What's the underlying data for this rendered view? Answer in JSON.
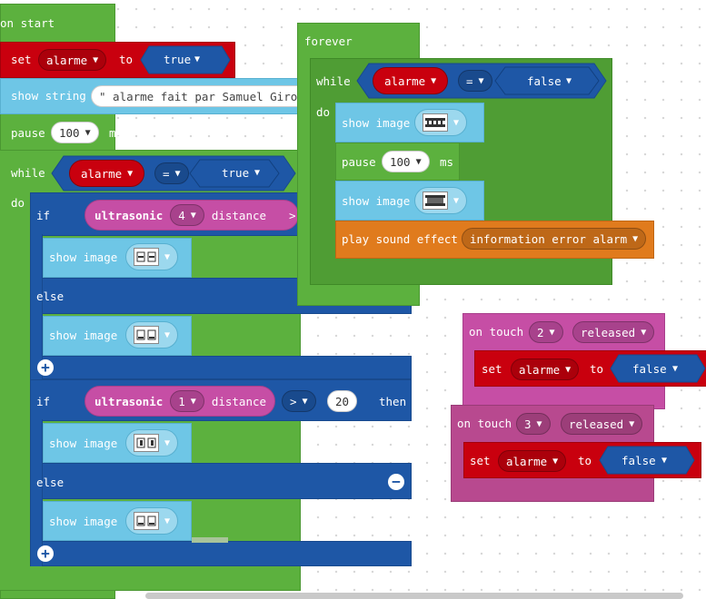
{
  "on_start": {
    "header": "on start",
    "set_kw": "set",
    "set_var": "alarme",
    "to_kw": "to",
    "set_value": "true",
    "show_string_kw": "show string",
    "show_string_value": "\" alarme fait par Samuel Girou",
    "pause_kw": "pause",
    "pause_value": "100",
    "pause_unit": "ms",
    "while_kw": "while",
    "while_var": "alarme",
    "while_op": "=",
    "while_value": "true",
    "do_kw": "do",
    "if1": {
      "if_kw": "if",
      "sensor": "ultrasonic",
      "port": "4",
      "distance_kw": "distance",
      "op": ">",
      "show_image_kw": "show image",
      "else_kw": "else",
      "else_show_image_kw": "show image"
    },
    "if2": {
      "if_kw": "if",
      "sensor": "ultrasonic",
      "port": "1",
      "distance_kw": "distance",
      "op": ">",
      "threshold": "20",
      "then_kw": "then",
      "show_image_kw": "show image",
      "else_kw": "else",
      "else_show_image_kw": "show image"
    }
  },
  "forever": {
    "header": "forever",
    "while_kw": "while",
    "while_var": "alarme",
    "while_op": "=",
    "while_value": "false",
    "do_kw": "do",
    "show_image_kw_1": "show image",
    "pause_kw": "pause",
    "pause_value": "100",
    "pause_unit": "ms",
    "show_image_kw_2": "show image",
    "play_sound_kw": "play sound effect",
    "sound_value": "information error alarm"
  },
  "on_touch_2": {
    "on_touch_kw": "on touch",
    "pin": "2",
    "event": "released",
    "set_kw": "set",
    "var": "alarme",
    "to_kw": "to",
    "value": "false"
  },
  "on_touch_3": {
    "on_touch_kw": "on touch",
    "pin": "3",
    "event": "released",
    "set_kw": "set",
    "var": "alarme",
    "to_kw": "to",
    "value": "false"
  },
  "colors": {
    "loops_green": "#5cb13e",
    "variables_red": "#c9000e",
    "basic_blue": "#6ec6e6",
    "logic_blue": "#1e57a6",
    "sensor_pink": "#c64ea5",
    "sound_orange": "#e07b1d"
  }
}
